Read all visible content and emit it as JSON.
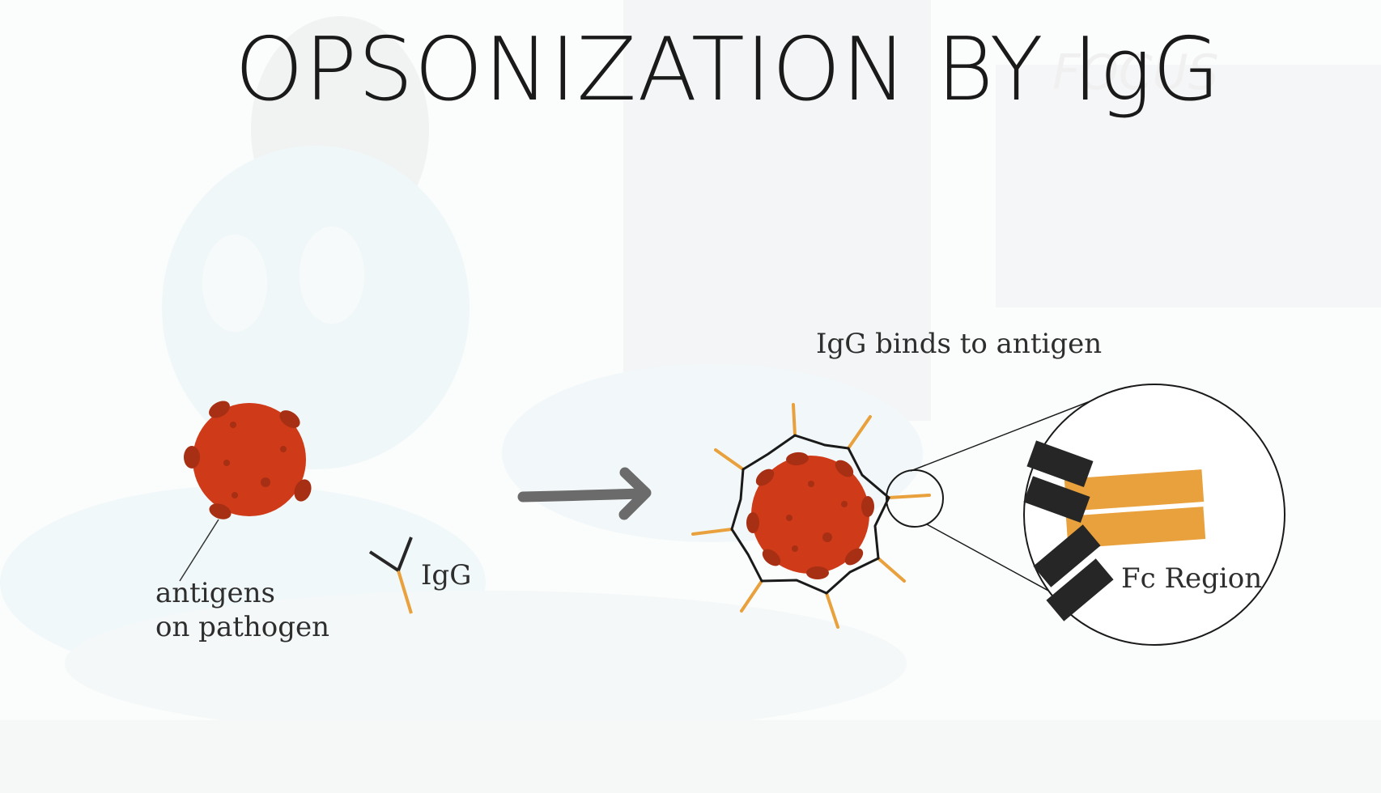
{
  "title": "OPSONIZATION BY IgG",
  "labels": {
    "antigens_line1": "antigens",
    "antigens_line2": "on pathogen",
    "igg": "IgG",
    "igg_binds": "IgG binds to antigen",
    "fc_region": "Fc Region"
  },
  "watermark_text": "FOCUS",
  "colors": {
    "pathogen": "#cf3a18",
    "antigen_bump": "#a72f14",
    "igg_fc": "#e8a13c",
    "igg_arms": "#262626",
    "arrow": "#6b6b6b",
    "title": "#1a1a1a",
    "background": "#fbfcfc"
  },
  "icons": {
    "transition_arrow": "right-arrow-icon",
    "pathogen": "pathogen-cell",
    "antibody": "igg-antibody-icon",
    "zoom_lens": "magnify-circle"
  }
}
